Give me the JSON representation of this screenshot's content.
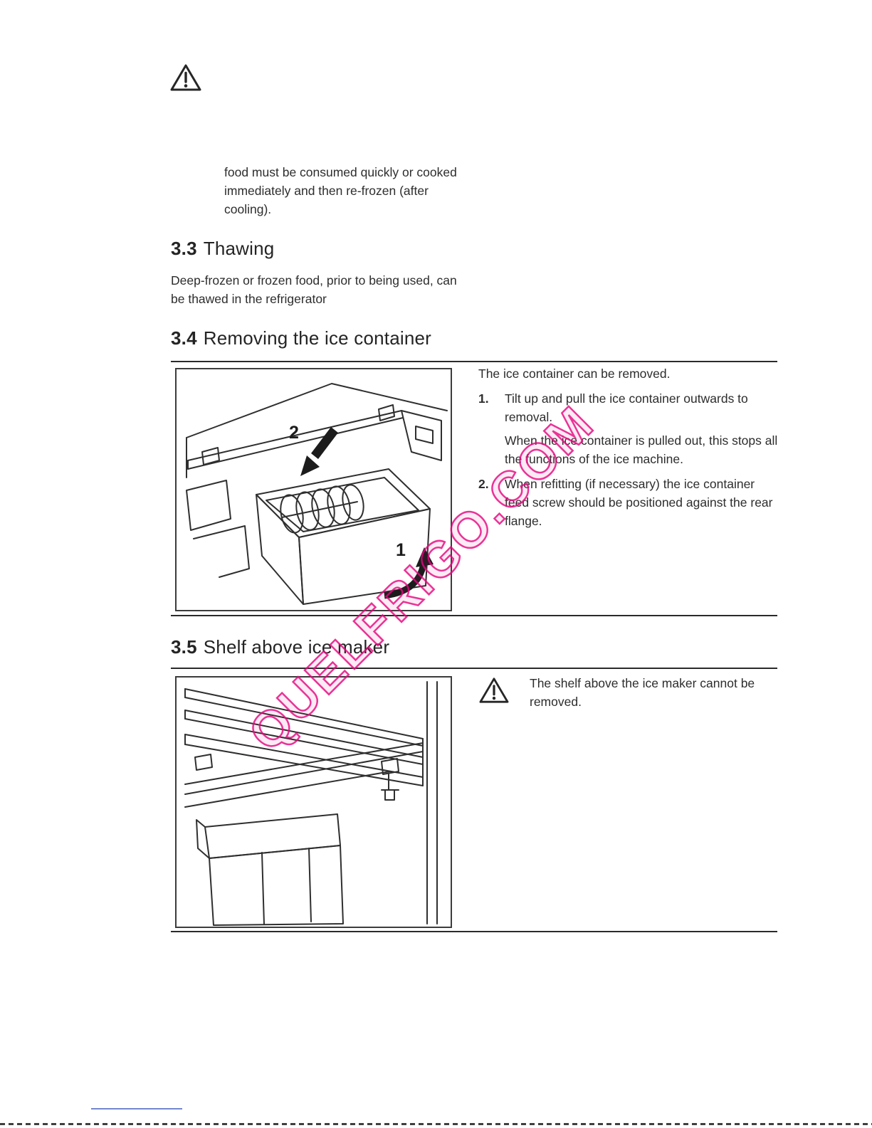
{
  "watermark": {
    "text": "QUELFRIGO.COM",
    "color": "#e5077f"
  },
  "icons": {
    "warning_triangle": "!"
  },
  "intro": {
    "text": "food must be consumed quickly or cooked immediately and then re-frozen (after cooling)."
  },
  "sections": {
    "thawing": {
      "number": "3.3",
      "title": "Thawing",
      "body": "Deep-frozen or frozen food, prior to being used, can be thawed in the refrigerator"
    },
    "ice_container": {
      "number": "3.4",
      "title": "Removing the ice container",
      "intro": "The ice container can be removed.",
      "steps": [
        {
          "num": "1.",
          "text": "Tilt up and pull the ice container outwards to removal.",
          "note": "When the ice container is pulled out, this stops all the functions of the ice machine."
        },
        {
          "num": "2.",
          "text": "When refitting (if necessary) the ice container feed screw should be positioned against the rear flange."
        }
      ],
      "figure": {
        "label_pull": "2",
        "label_tilt": "1"
      }
    },
    "shelf": {
      "number": "3.5",
      "title": "Shelf above ice maker",
      "warning_text": "The shelf above the ice maker cannot be removed."
    }
  }
}
